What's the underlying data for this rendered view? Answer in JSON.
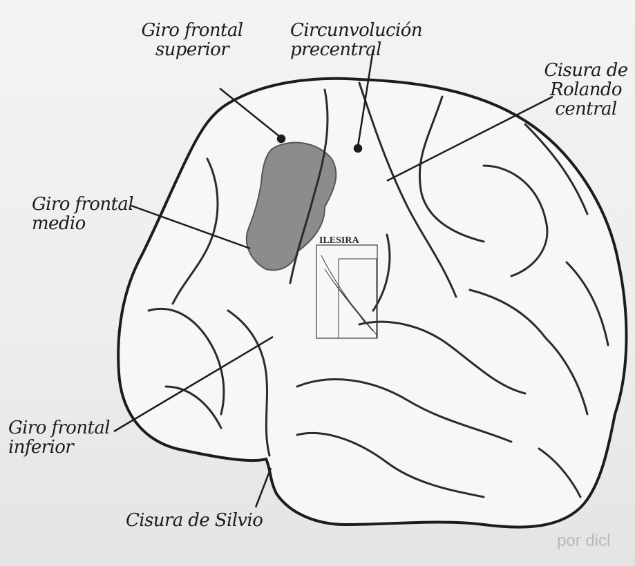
{
  "labels": {
    "giro_frontal_superior": "Giro frontal\nsuperior",
    "circunvolucion_precentral": "Circunvolución precentral",
    "cisura_rolando": "Cisura de\nRolando\ncentral",
    "giro_frontal_medio": "Giro frontal\nmedio",
    "giro_frontal_inferior": "Giro frontal\ninferior",
    "cisura_silvio": "Cisura de Silvio"
  },
  "inset": {
    "title": "ILESIRA"
  },
  "footer": {
    "left_text": "",
    "right_text": "por dicl"
  },
  "colors": {
    "ink": "#1c1c1c",
    "highlight": "#7a7a7a",
    "brain_fill": "#f7f7f5"
  }
}
